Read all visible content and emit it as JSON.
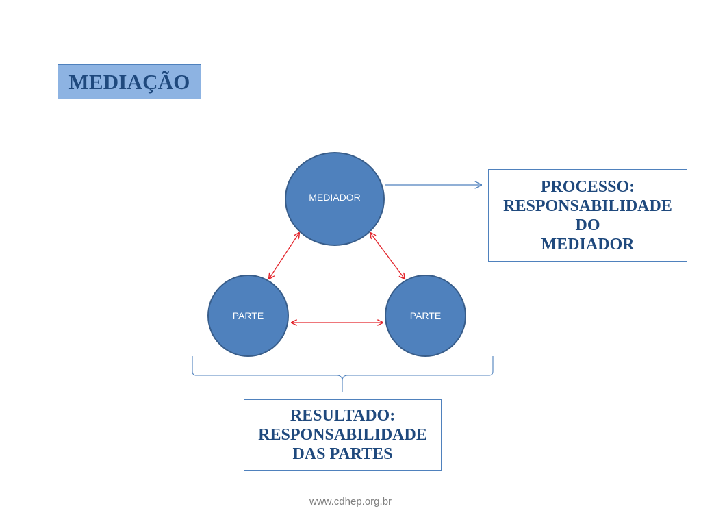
{
  "slide": {
    "title": "MEDIAÇÃO",
    "footer": "www.cdhep.org.br"
  },
  "nodes": {
    "mediador": "MEDIADOR",
    "parte_left": "PARTE",
    "parte_right": "PARTE"
  },
  "processo": {
    "lines": [
      "PROCESSO:",
      "RESPONSABILIDADE",
      "DO",
      "MEDIADOR"
    ]
  },
  "resultado": {
    "lines": [
      "RESULTADO:",
      "RESPONSABILIDADE",
      "DAS PARTES"
    ]
  },
  "colors": {
    "node_fill": "#4F81BD",
    "node_border": "#385D8A",
    "title_fill": "#8DB3E2",
    "text_color": "#1F497D",
    "arrow_red": "#E3242B",
    "arrow_blue": "#4F81BD"
  }
}
